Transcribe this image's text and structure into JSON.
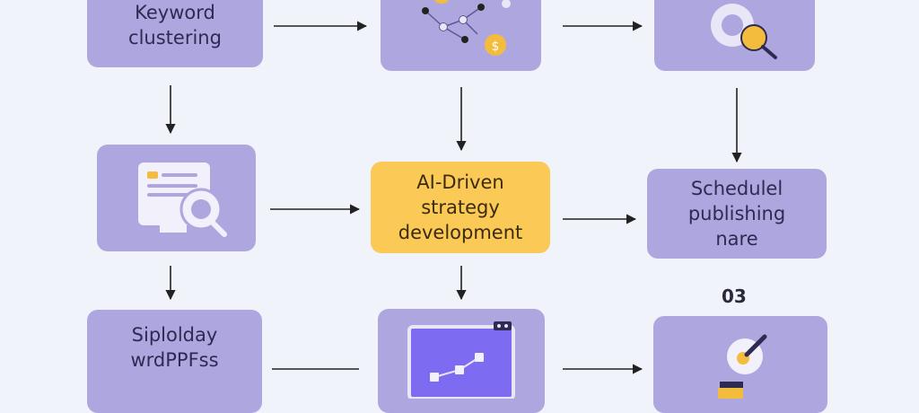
{
  "diagram": {
    "nodes": {
      "keyword_clustering": {
        "lines": [
          "Keyword",
          "clustering"
        ]
      },
      "network": {
        "icon": "network-coins-icon"
      },
      "search_analysis": {
        "icon": "magnifier-icon"
      },
      "content_review": {
        "icon": "document-search-icon"
      },
      "ai_strategy": {
        "lines": [
          "AI-Driven",
          "strategy",
          "development"
        ],
        "color": "#fbc956"
      },
      "schedule": {
        "lines": [
          "Schedulel",
          "publishing",
          "nare"
        ]
      },
      "wordpress": {
        "lines": [
          "Siplolday",
          "wrdPPFss"
        ]
      },
      "analytics": {
        "icon": "chart-window-icon"
      },
      "publish_tool": {
        "icon": "pen-target-icon"
      }
    },
    "step_number": "03",
    "colors": {
      "node": "#aea7df",
      "accent": "#fbc956",
      "background": "#f1f3fa"
    }
  }
}
